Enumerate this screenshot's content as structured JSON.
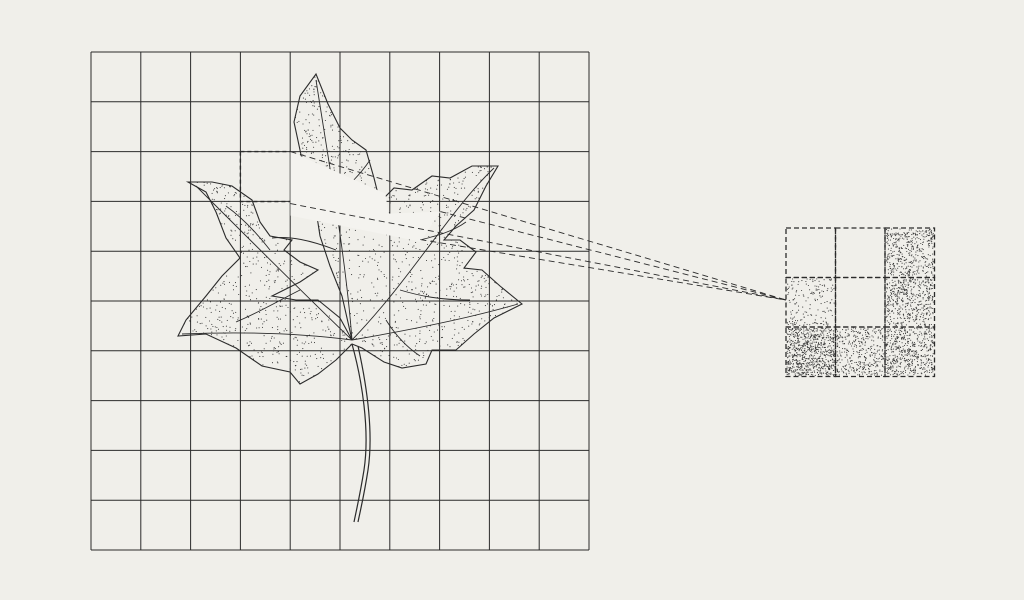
{
  "figure": {
    "paper_color": "#f0efea",
    "ink_color": "#2b2b2b",
    "stipple_color": "#333333"
  },
  "grid": {
    "columns": 10,
    "rows": 10
  },
  "leaf": {
    "subject": "maple-leaf-stippled",
    "stem": true
  },
  "highlighted_region": {
    "grid_cells": [
      [
        3,
        2
      ],
      [
        4,
        2
      ],
      [
        3,
        3
      ],
      [
        4,
        3
      ]
    ]
  },
  "inset": {
    "rows": 3,
    "columns": 3,
    "cell_shading": [
      [
        0.0,
        0.0,
        0.45
      ],
      [
        0.18,
        0.0,
        0.5
      ],
      [
        0.85,
        0.4,
        0.55
      ]
    ]
  }
}
